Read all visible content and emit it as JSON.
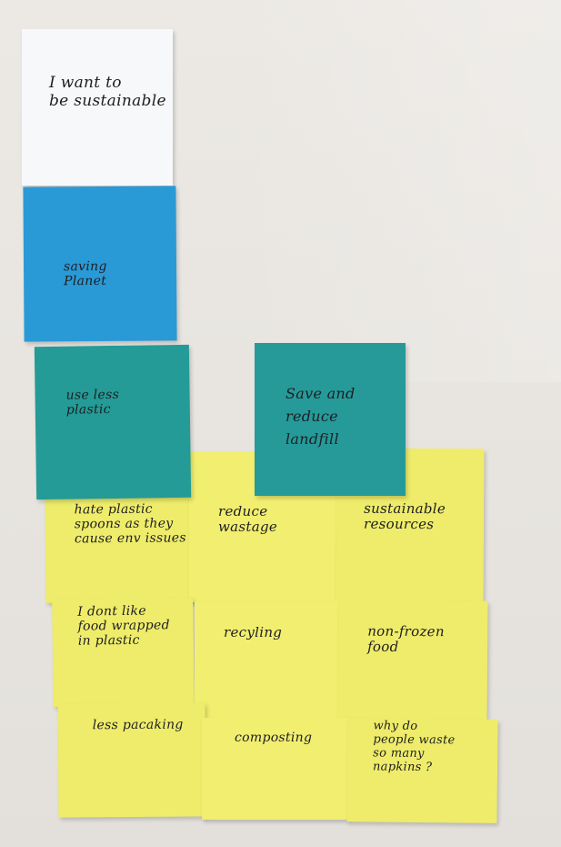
{
  "notes": {
    "white_top": "I want to\nbe sustainable",
    "blue": "saving\nPlanet",
    "teal_left": "use less\nplastic",
    "teal_right": "Save and\nreduce\nlandfill",
    "y_r1c1": "hate plastic\nspoons as they\ncause env issues",
    "y_r1c2": "reduce\nwastage",
    "y_r1c3": "sustainable\nresources",
    "y_r2c1": "I dont like\nfood wrapped\nin plastic",
    "y_r2c2": "recyling",
    "y_r2c3": "non-frozen\nfood",
    "y_r3c1": "less pacaking",
    "y_r3c2": "composting",
    "y_r3c3": "why do\npeople waste\nso many\nnapkins ?"
  },
  "colors": {
    "wall": "#e9e6e2",
    "white_note": "#f7f8fa",
    "blue_note": "#2a9ad6",
    "teal_note": "#249b96",
    "yellow_note": "#eeec6a"
  }
}
